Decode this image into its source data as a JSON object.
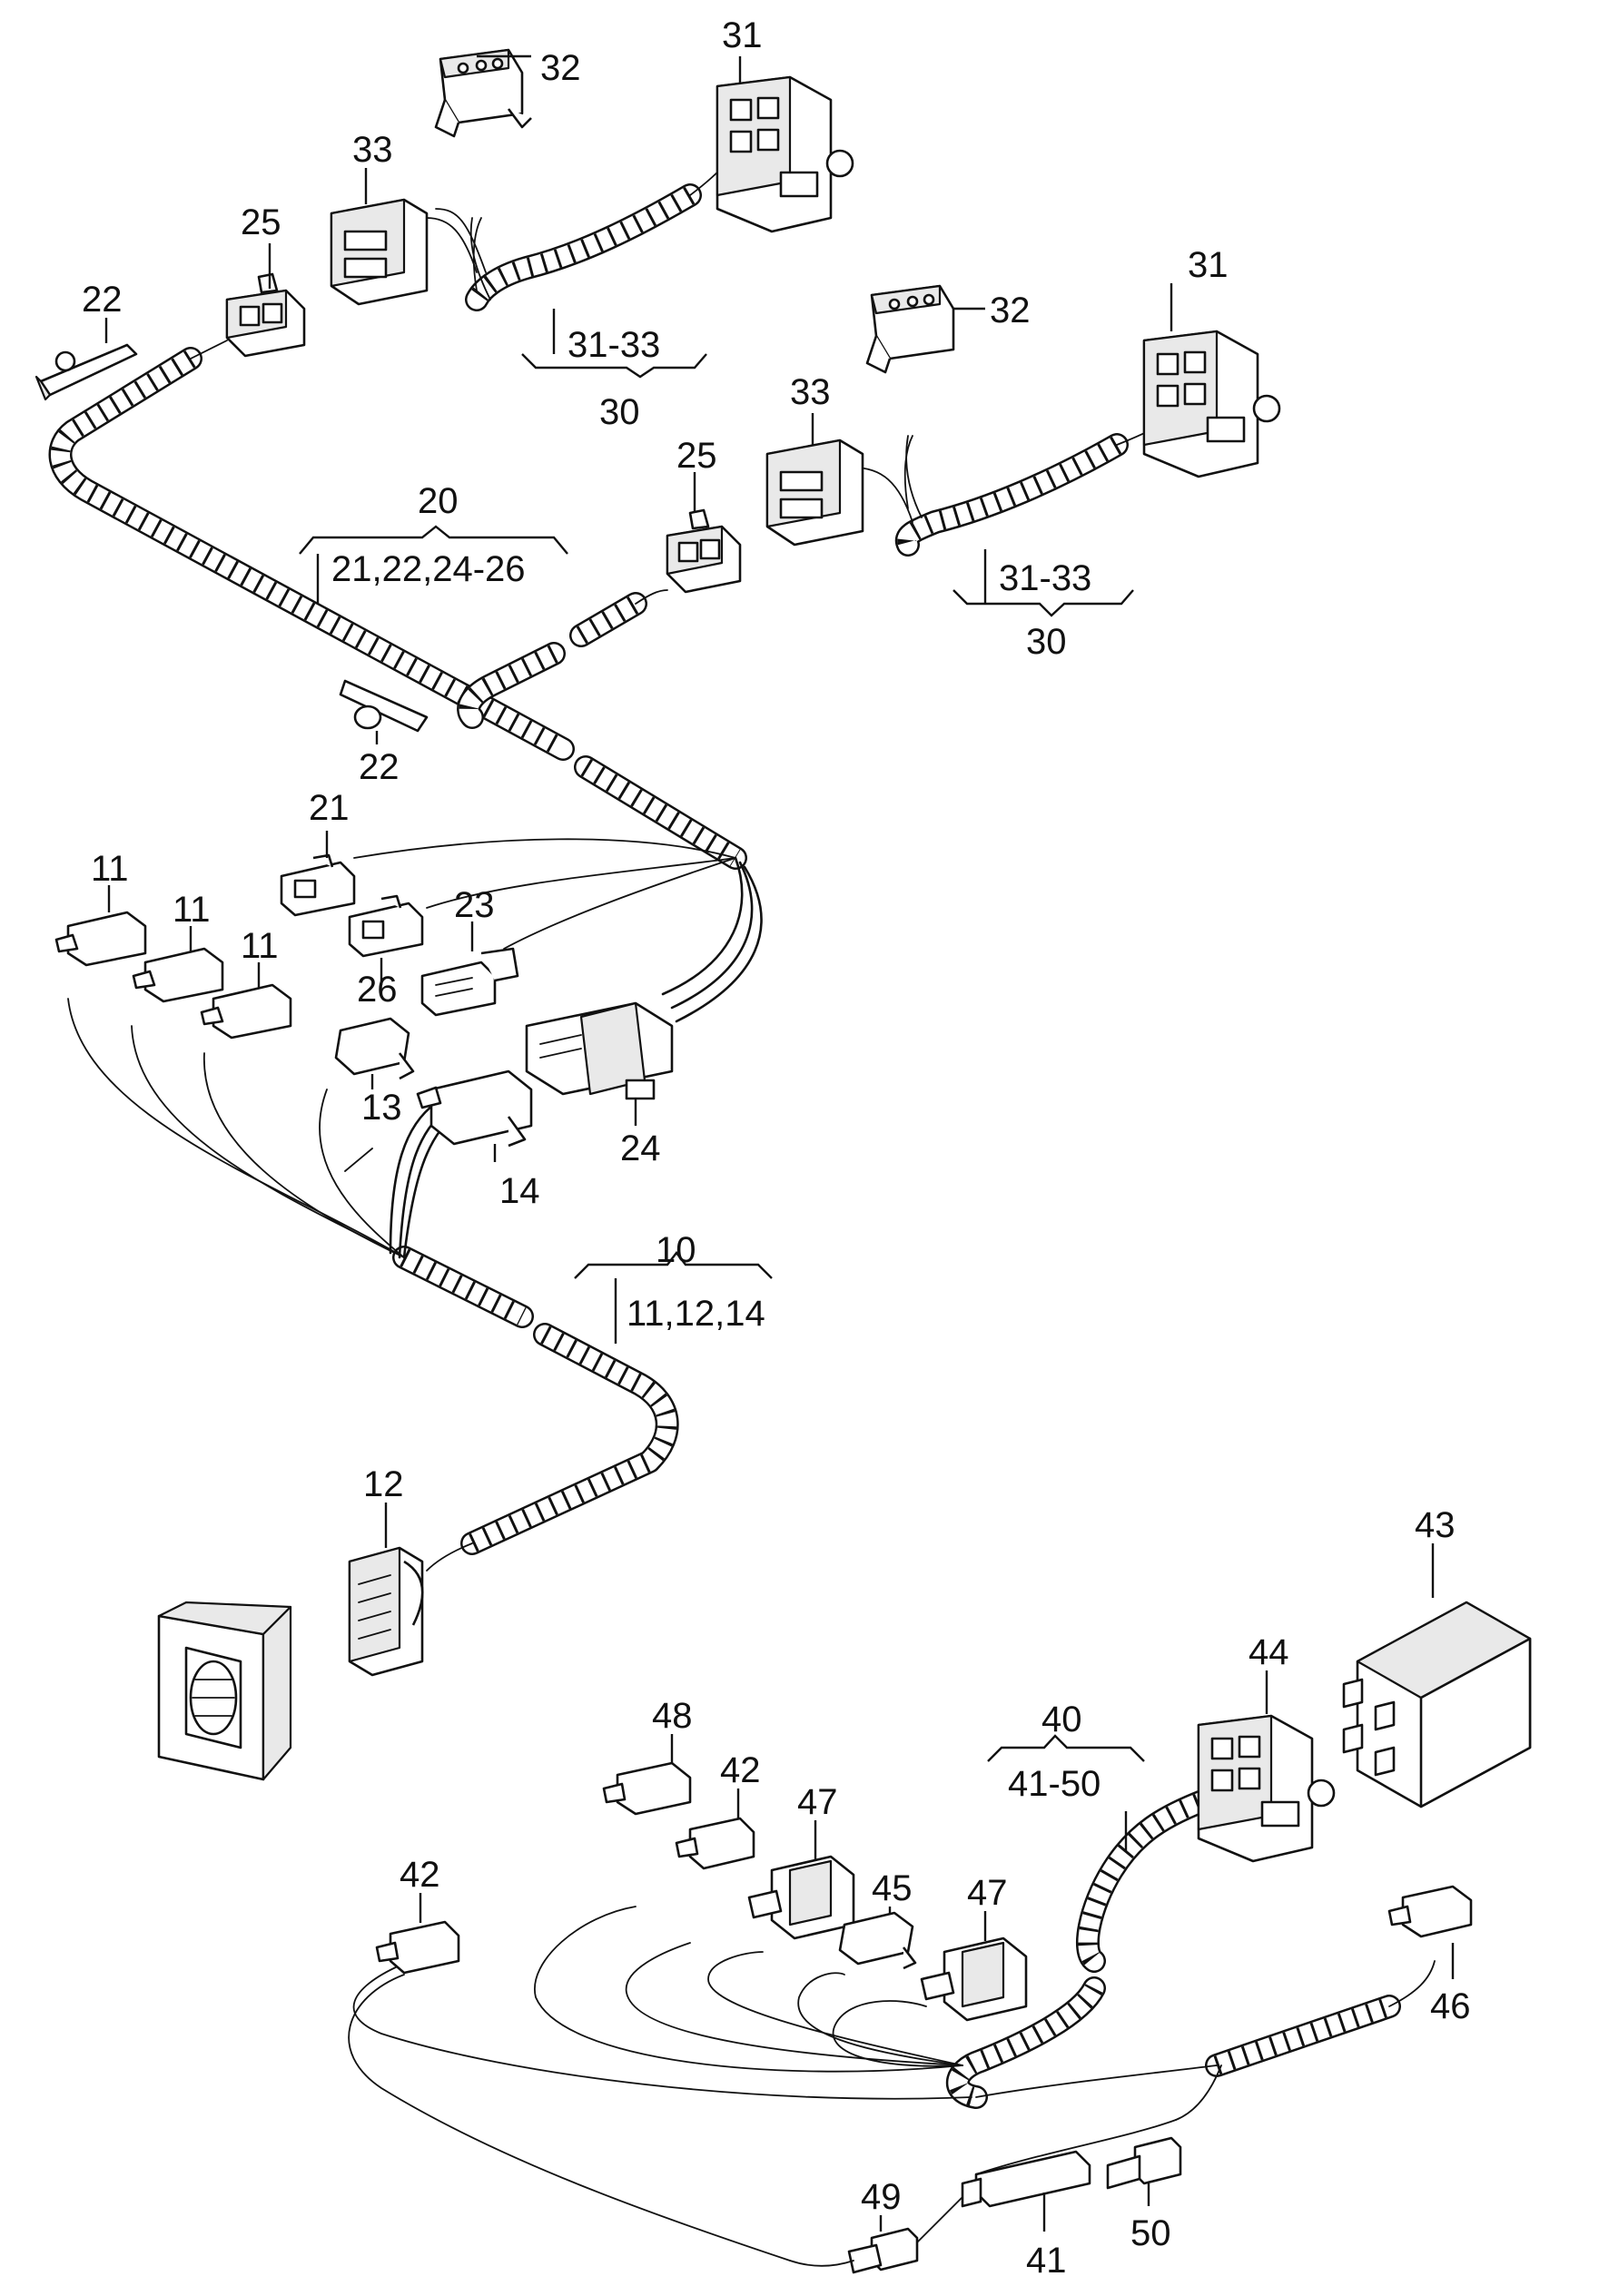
{
  "labels": {
    "p10": "10",
    "p10_range": "11,12,14",
    "p11a": "11",
    "p11b": "11",
    "p11c": "11",
    "p12": "12",
    "p13": "13",
    "p14": "14",
    "p20": "20",
    "p20_range": "21,22,24-26",
    "p21": "21",
    "p22a": "22",
    "p22b": "22",
    "p23": "23",
    "p24": "24",
    "p25a": "25",
    "p25b": "25",
    "p26": "26",
    "p30a": "30",
    "p30a_range": "31-33",
    "p30b": "30",
    "p30b_range": "31-33",
    "p31a": "31",
    "p31b": "31",
    "p32a": "32",
    "p32b": "32",
    "p33a": "33",
    "p33b": "33",
    "p40": "40",
    "p40_range": "41-50",
    "p41": "41",
    "p42a": "42",
    "p42b": "42",
    "p43": "43",
    "p44": "44",
    "p45": "45",
    "p46": "46",
    "p47a": "47",
    "p47b": "47",
    "p48": "48",
    "p49": "49",
    "p50": "50"
  }
}
